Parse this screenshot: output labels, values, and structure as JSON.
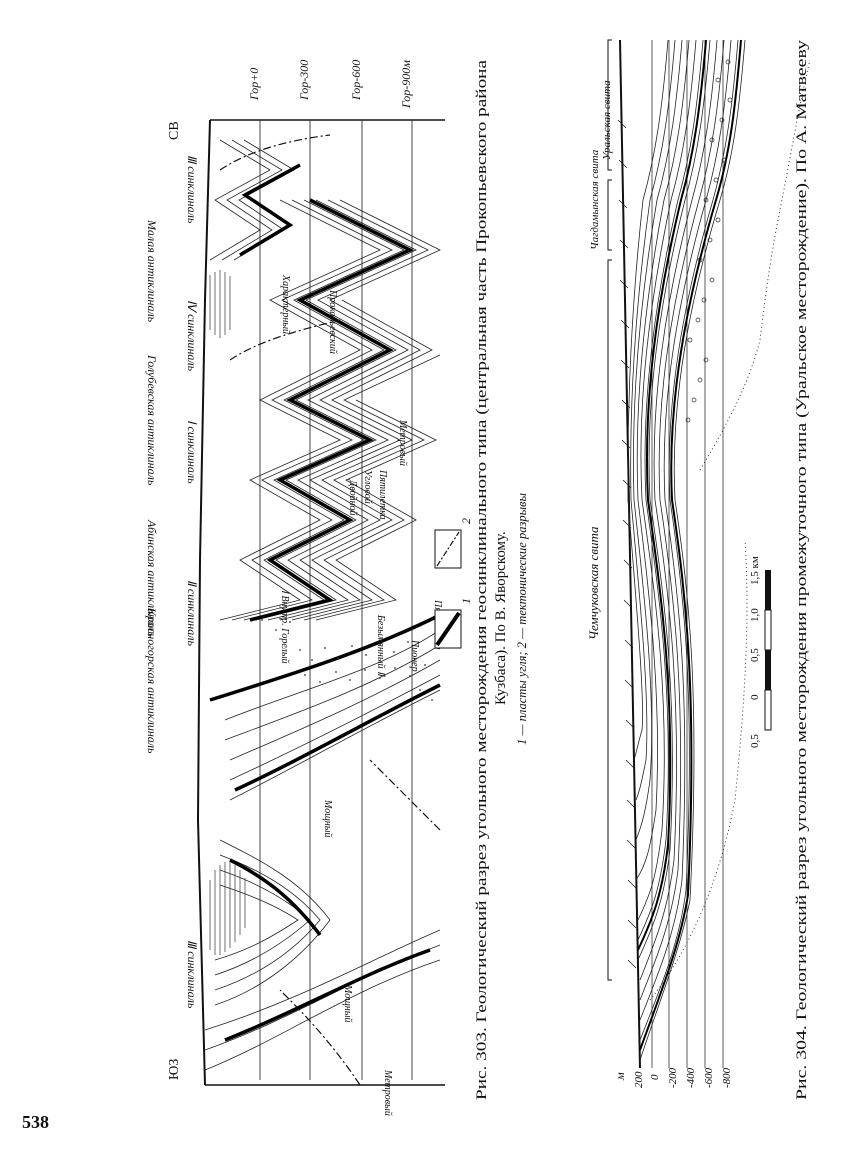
{
  "page_number": "538",
  "fig303": {
    "caption_line1": "Рис. 303. Геологический разрез угольного месторождения геосинклинального типа (центральная часть Прокопьевского района",
    "caption_line2": "Кузбаса). По В. Яворскому.",
    "legend_text": "1 — пласты угля; 2 — тектонические разрывы",
    "legend_num_1": "1",
    "legend_num_2": "2",
    "direction_sw": "ЮЗ",
    "direction_ne": "СВ",
    "horizons": [
      "Гор+0",
      "Гор-300",
      "Гор-600",
      "Гор-900м"
    ],
    "structures": [
      "Ⅲ синклиналь",
      "Красногорская антиклиналь",
      "Ⅱ синклиналь",
      "Абинская антиклиналь",
      "Ⅰ синклиналь",
      "Голубевская антиклиналь",
      "Ⅳ синклиналь",
      "Малая антиклиналь",
      "Ⅲ синклиналь"
    ],
    "seam_labels": [
      "Мощный",
      "Метровый",
      "Пионер",
      "Пятилетка",
      "Безымянный Ⅱ",
      "Ⅰ Внутр. Горелый",
      "Двойной",
      "Угловой",
      "Пятилетка",
      "Метровый",
      "Мощный",
      "Прокопьевский",
      "Характерный"
    ]
  },
  "fig304": {
    "caption": "Рис. 304. Геологический разрез угольного месторождения промежуточного типа (Уральское месторождение). По А. Матвееву",
    "depth_unit": "м",
    "depth_ticks": [
      "200",
      "0",
      "-200",
      "-400",
      "-600",
      "-800"
    ],
    "scale_ticks": [
      "0,5",
      "0",
      "0,5",
      "1,0",
      "1,5 км"
    ],
    "suite_labels": [
      "Чемчуковская свита",
      "Чагдамынская свита",
      "Уральская свита"
    ]
  }
}
